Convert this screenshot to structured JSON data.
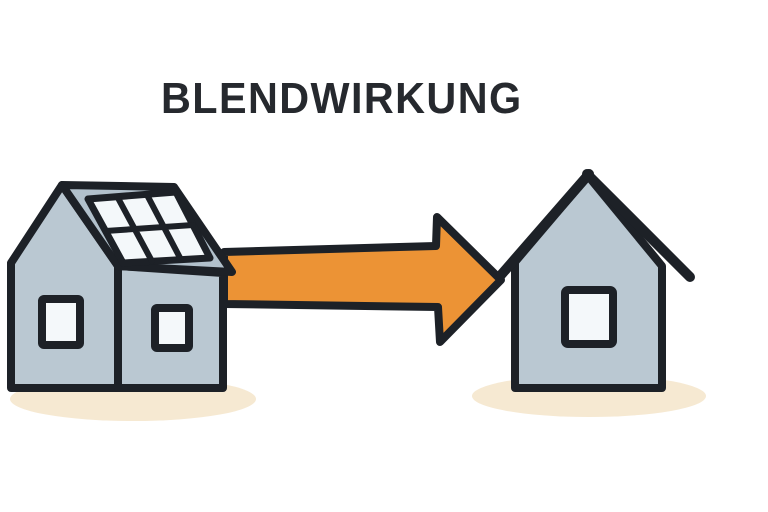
{
  "title": "BLENDWIRKUNG",
  "diagram": {
    "source_icon": "house-with-solar-panel-icon",
    "arrow_icon": "glare-direction-arrow-icon",
    "arrow_direction": "right",
    "target_icon": "neighbor-house-icon",
    "solar_panel_grid": {
      "rows": 2,
      "columns": 3
    }
  },
  "colors": {
    "bg": "#ffffff",
    "title": "#26292e",
    "outline": "#1d2127",
    "house": "#bac8d2",
    "roof": "#b2c1cc",
    "cell": "#f4f8fa",
    "arrow": "#ec9335",
    "shadow": "#f6e9d2"
  }
}
